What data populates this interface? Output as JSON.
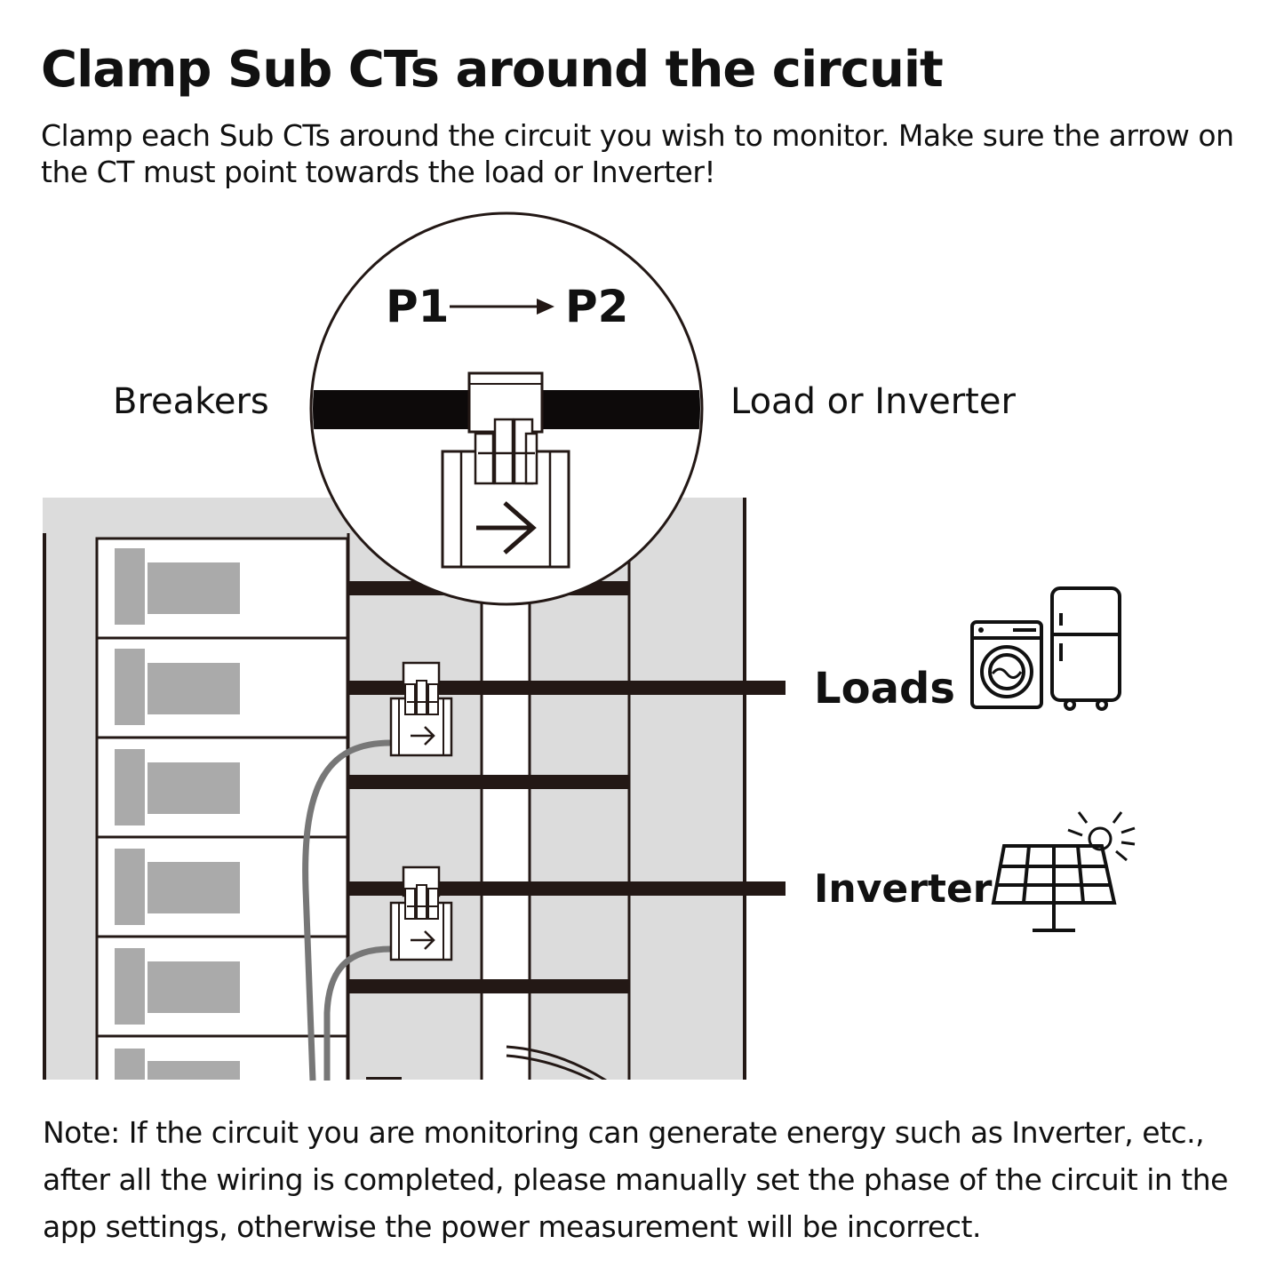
{
  "header": {
    "title": "Clamp Sub CTs around the circuit",
    "instruction": "Clamp each Sub CTs around the circuit you wish to monitor. Make sure the arrow on the CT must point towards the load or Inverter!"
  },
  "diagram": {
    "p1_label": "P1",
    "p2_label": "P2",
    "breakers_label": "Breakers",
    "load_or_inverter_label": "Load or Inverter",
    "loads_label": "Loads",
    "inverter_label": "Inverter",
    "icons": [
      "washing-machine-icon",
      "refrigerator-icon",
      "solar-panel-icon",
      "sun-icon",
      "ct-clamp-icon",
      "arrow-right-icon"
    ],
    "colors": {
      "panel": "#dcdcdc",
      "wire": "#231815",
      "cable": "#777777"
    }
  },
  "footer": {
    "note": "Note: If the circuit you are monitoring can generate energy such as Inverter, etc., after all the wiring is completed, please manually set the phase of the circuit in the app settings, otherwise the power measurement will be incorrect."
  }
}
